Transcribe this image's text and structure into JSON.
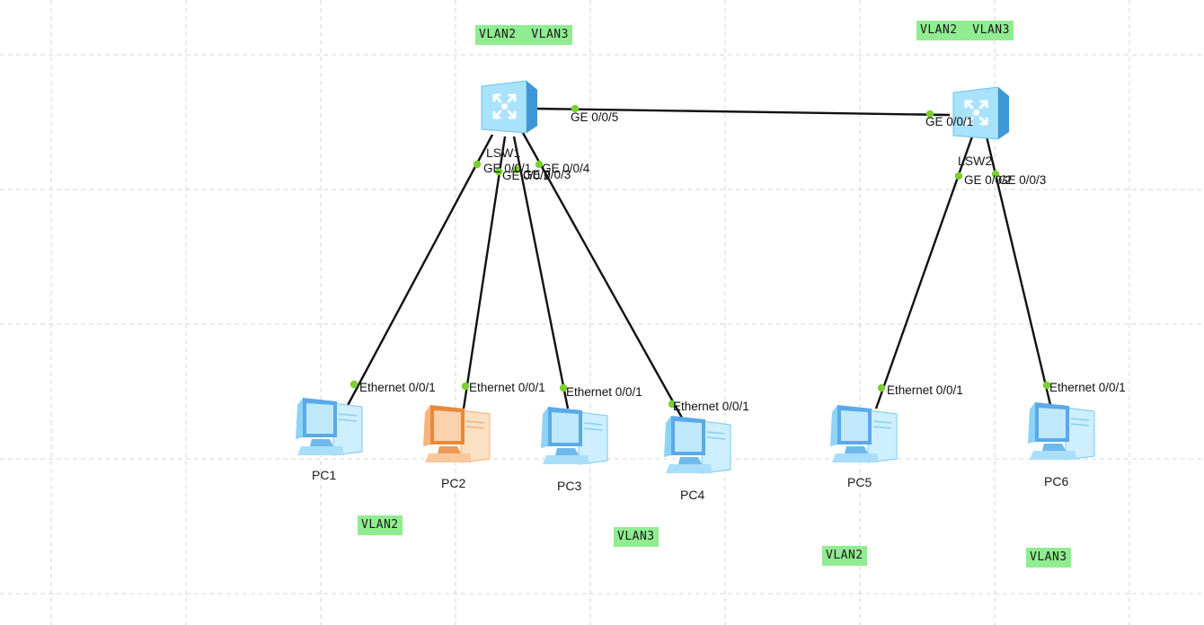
{
  "vlan_tags": [
    {
      "id": "tag-lsw1",
      "text": "VLAN2  VLAN3"
    },
    {
      "id": "tag-lsw2",
      "text": "VLAN2  VLAN3"
    },
    {
      "id": "tag-pc1",
      "text": "VLAN2"
    },
    {
      "id": "tag-pc34",
      "text": "VLAN3"
    },
    {
      "id": "tag-pc5",
      "text": "VLAN2"
    },
    {
      "id": "tag-pc6",
      "text": "VLAN3"
    }
  ],
  "devices": {
    "lsw1": {
      "label": "LSW1",
      "type": "switch"
    },
    "lsw2": {
      "label": "LSW2",
      "type": "switch"
    },
    "pc1": {
      "label": "PC1",
      "type": "pc"
    },
    "pc2": {
      "label": "PC2",
      "type": "pc-selected"
    },
    "pc3": {
      "label": "PC3",
      "type": "pc"
    },
    "pc4": {
      "label": "PC4",
      "type": "pc"
    },
    "pc5": {
      "label": "PC5",
      "type": "pc"
    },
    "pc6": {
      "label": "PC6",
      "type": "pc"
    }
  },
  "links": [
    {
      "from": "lsw1",
      "to": "lsw2",
      "from_port": "GE 0/0/5",
      "to_port": "GE 0/0/1"
    },
    {
      "from": "lsw1",
      "to": "pc1",
      "from_port": "GE 0/0/1",
      "to_port": "Ethernet 0/0/1"
    },
    {
      "from": "lsw1",
      "to": "pc2",
      "from_port": "GE 0/0/2",
      "to_port": "Ethernet 0/0/1"
    },
    {
      "from": "lsw1",
      "to": "pc3",
      "from_port": "GE 0/0/3",
      "to_port": "Ethernet 0/0/1"
    },
    {
      "from": "lsw1",
      "to": "pc4",
      "from_port": "GE 0/0/4",
      "to_port": "Ethernet 0/0/1"
    },
    {
      "from": "lsw2",
      "to": "pc5",
      "from_port": "GE 0/0/2",
      "to_port": "Ethernet 0/0/1"
    },
    {
      "from": "lsw2",
      "to": "pc6",
      "from_port": "GE 0/0/3",
      "to_port": "Ethernet 0/0/1"
    }
  ],
  "colors": {
    "vlan_tag": "#90ec90",
    "port_dot": "#7ccf2e",
    "grid": "#d6d6d6",
    "switch": "#8fd3f4",
    "pc": "#9fdcf7",
    "pc_selected": "#f2a964"
  }
}
